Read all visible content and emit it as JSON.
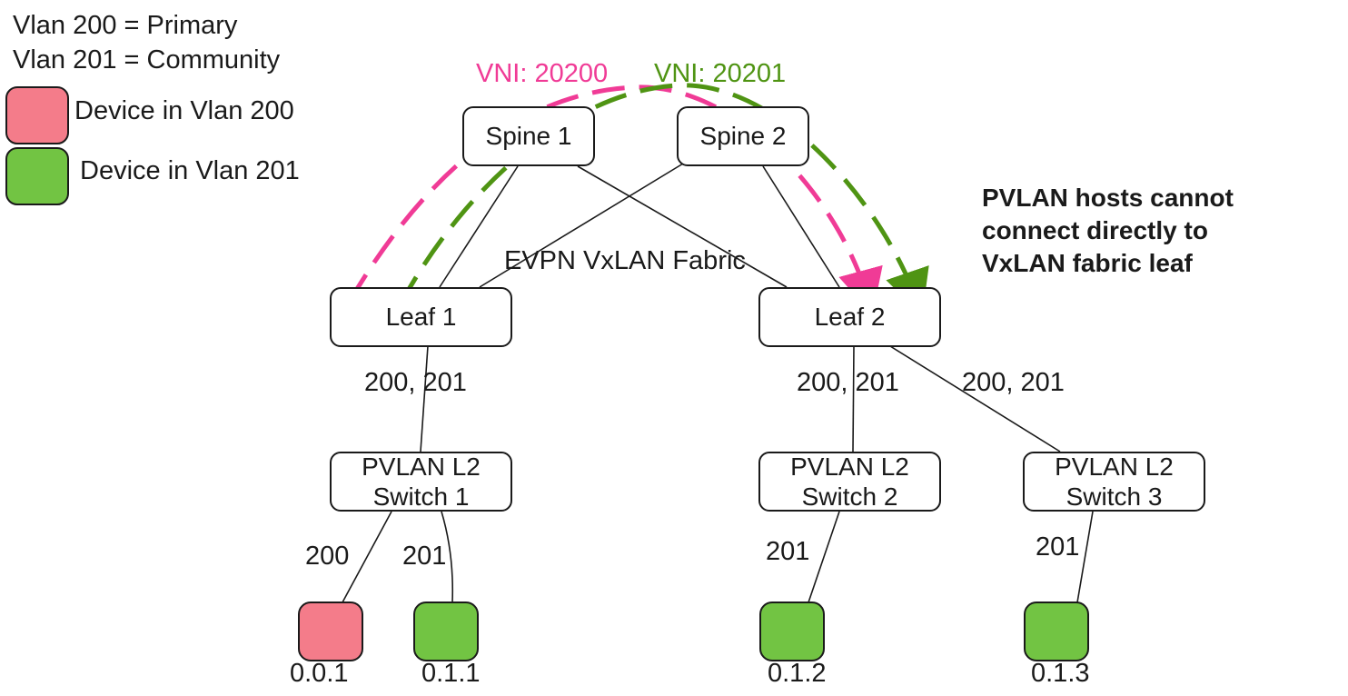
{
  "legend": {
    "vlan_primary": "Vlan 200 = Primary",
    "vlan_community": "Vlan 201 = Community",
    "device_200": "Device in Vlan 200",
    "device_201": "Device in Vlan 201"
  },
  "colors": {
    "vlan200_fill": "#f47c8a",
    "vlan201_fill": "#72c443",
    "vni200_arrow": "#f03b96",
    "vni201_arrow": "#4f9413",
    "line": "#1a1a1a"
  },
  "vni": {
    "vni200": "VNI: 20200",
    "vni201": "VNI: 20201"
  },
  "nodes": {
    "spine1": "Spine 1",
    "spine2": "Spine 2",
    "leaf1": "Leaf 1",
    "leaf2": "Leaf 2",
    "sw1_line1": "PVLAN L2",
    "sw1_line2": "Switch 1",
    "sw2_line1": "PVLAN L2",
    "sw2_line2": "Switch 2",
    "sw3_line1": "PVLAN L2",
    "sw3_line2": "Switch 3"
  },
  "fabric_label": "EVPN VxLAN Fabric",
  "link_labels": {
    "leaf1_sw1": "200, 201",
    "leaf2_sw2": "200, 201",
    "leaf2_sw3": "200, 201",
    "sw1_dev1": "200",
    "sw1_dev2": "201",
    "sw2_dev": "201",
    "sw3_dev": "201"
  },
  "devices": {
    "dev1": "0.0.1",
    "dev2": "0.1.1",
    "dev3": "0.1.2",
    "dev4": "0.1.3"
  },
  "note": {
    "line1": "PVLAN hosts cannot",
    "line2": "connect directly to",
    "line3": "VxLAN fabric leaf"
  }
}
